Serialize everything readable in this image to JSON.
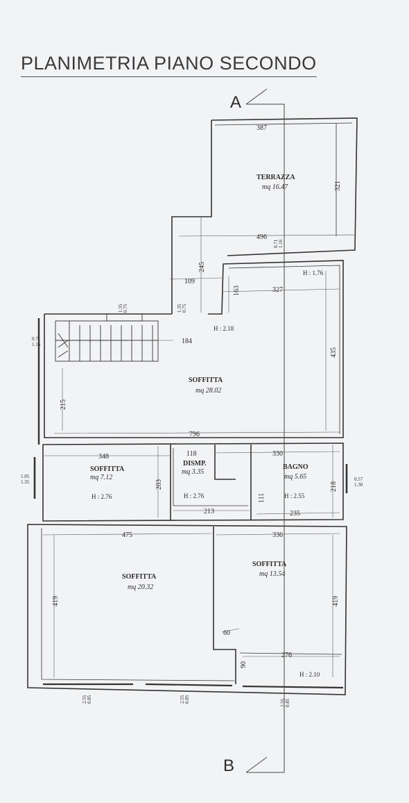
{
  "title": "PLANIMETRIA PIANO SECONDO",
  "section": {
    "top": "A",
    "bottom": "B"
  },
  "rooms": [
    {
      "name": "TERRAZZA",
      "area": "mq 16.47"
    },
    {
      "name": "SOFFITTA",
      "area": "mq 28.02"
    },
    {
      "name": "SOFFITTA",
      "area": "mq 7.12",
      "height": "H : 2.76"
    },
    {
      "name": "DISMP.",
      "area": "mq 3.35",
      "height": "H : 2.76"
    },
    {
      "name": "BAGNO",
      "area": "mq 5.65",
      "height": "H : 2.55"
    },
    {
      "name": "SOFFITTA",
      "area": "mq 20.32"
    },
    {
      "name": "SOFFITTA",
      "area": "mq 13.54"
    }
  ],
  "heights": {
    "h176": "H : 1.76",
    "h218": "H : 2.18",
    "h210": "H : 2.10"
  },
  "dimensions": {
    "d387": "387",
    "d321": "321",
    "d496": "496",
    "d245": "245",
    "d109": "109",
    "d163": "163",
    "d327": "327",
    "d184": "184",
    "d435": "435",
    "d215": "215",
    "d796": "796",
    "d348": "348",
    "d118": "118",
    "d330": "330",
    "d203": "203",
    "d213": "213",
    "d111": "111",
    "d235": "235",
    "d218": "218",
    "d475": "475",
    "d336": "336",
    "d419a": "419",
    "d419b": "419",
    "d60": "60",
    "d276": "276",
    "d90": "90"
  },
  "openings": {
    "w1": "0.71",
    "w1b": "1.16",
    "w2": "1.05",
    "w2b": "1.35",
    "w3": "0.57",
    "w3b": "1.30",
    "b1": "2.55",
    "b1b": "0.85",
    "b2": "2.55",
    "b2b": "0.85",
    "b3": "2.55",
    "b3b": "0.85",
    "t1": "1.35",
    "t1b": "0.75",
    "t2": "1.35",
    "t2b": "0.75",
    "t3": "0.71",
    "t3b": "1.16"
  }
}
